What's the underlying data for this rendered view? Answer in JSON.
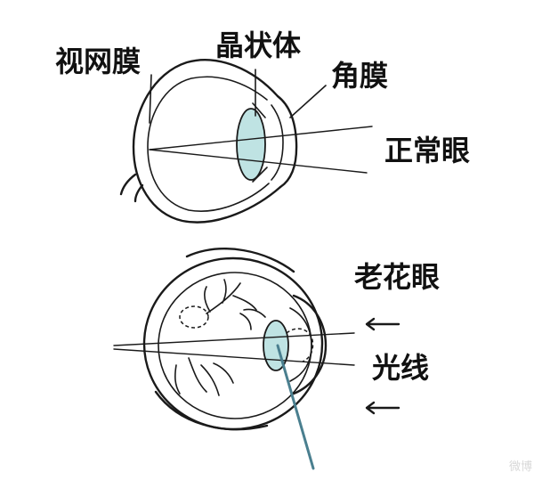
{
  "labels": {
    "retina": "视网膜",
    "lens": "晶状体",
    "cornea": "角膜",
    "normal_eye": "正常眼",
    "presbyopia": "老花眼",
    "light": "光线"
  },
  "colors": {
    "lens_fill": "#bfe3e3",
    "pointer": "#4a7f8f",
    "ink": "#1a1a1a"
  },
  "watermark": "微博"
}
